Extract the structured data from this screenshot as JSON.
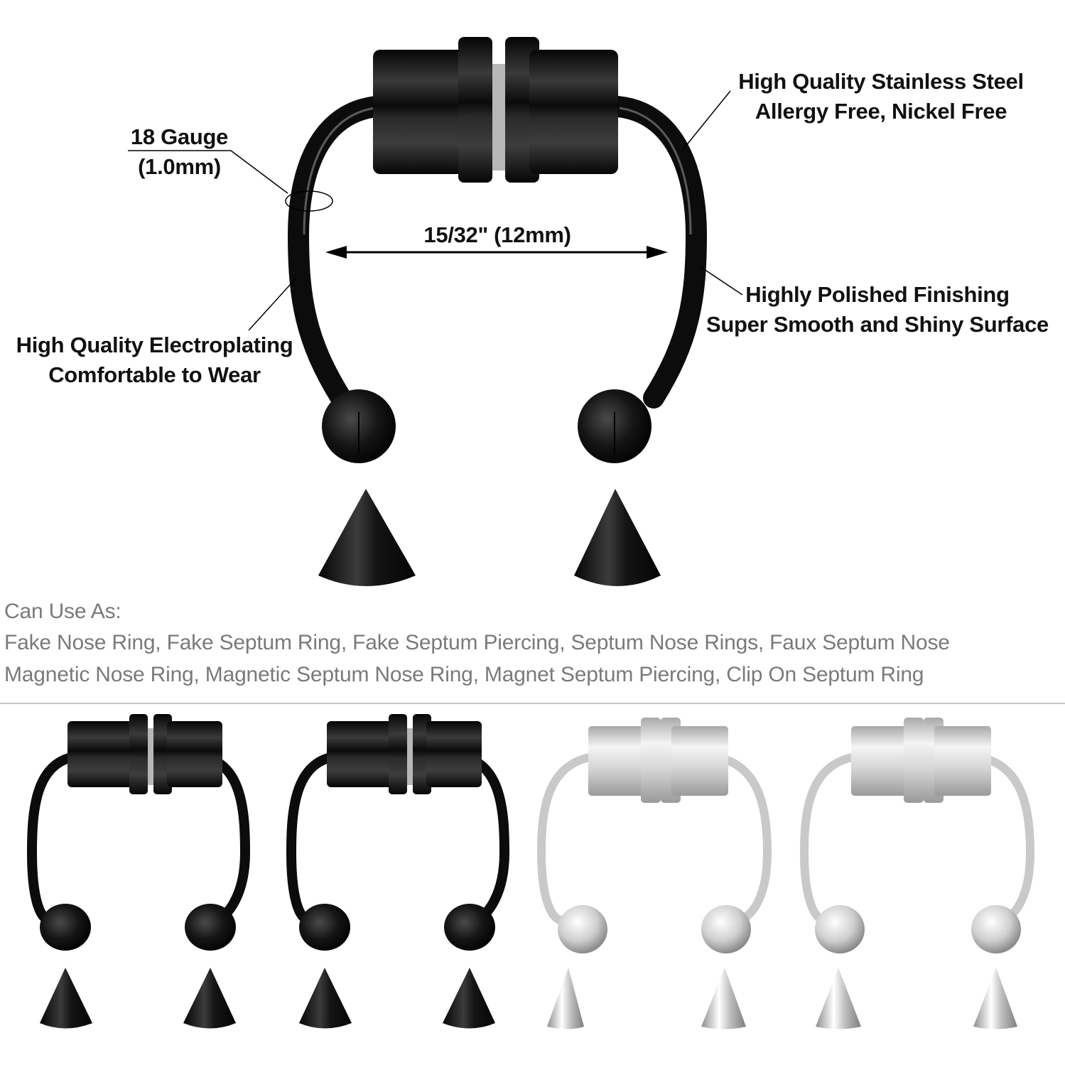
{
  "hero": {
    "product": "magnetic-septum-ring",
    "finish_color": "#111111",
    "annotations": {
      "gauge_line1": "18 Gauge",
      "gauge_line2": "(1.0mm)",
      "material_line1": "High Quality Stainless Steel",
      "material_line2": "Allergy Free, Nickel Free",
      "width": "15/32\" (12mm)",
      "plating_line1": "High Quality Electroplating",
      "plating_line2": "Comfortable to Wear",
      "finish_line1": "Highly Polished Finishing",
      "finish_line2": "Super Smooth and Shiny Surface"
    }
  },
  "uses": {
    "heading": "Can Use As:",
    "line1": "Fake Nose Ring, Fake Septum Ring, Fake Septum Piercing, Septum Nose Rings, Faux Septum Nose",
    "line2": "Magnetic Nose Ring, Magnetic Septum Nose Ring, Magnet Septum Piercing, Clip On Septum Ring",
    "text_color": "#7a7a7a"
  },
  "variants": [
    {
      "finish": "black",
      "color": "#111111"
    },
    {
      "finish": "black",
      "color": "#111111"
    },
    {
      "finish": "silver",
      "color": "#c8c8c8"
    },
    {
      "finish": "silver",
      "color": "#c8c8c8"
    }
  ]
}
